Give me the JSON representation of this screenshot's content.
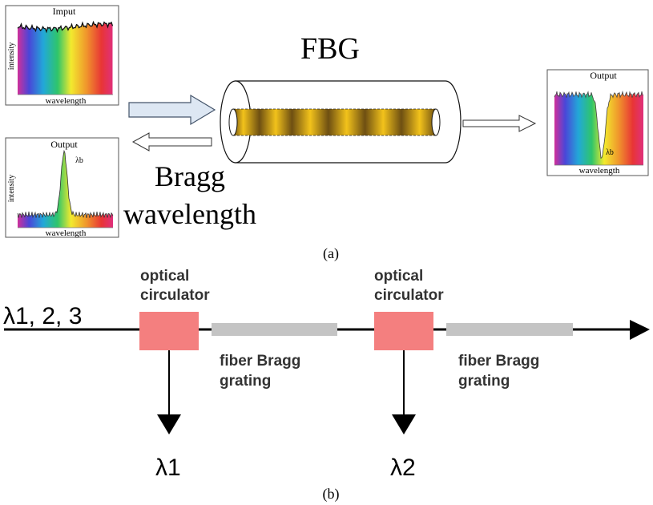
{
  "panel_a": {
    "fbg_label": "FBG",
    "bragg_label_line1": "Bragg",
    "bragg_label_line2": "wavelength",
    "caption": "(a)",
    "input_plot": {
      "title": "Imput",
      "xlabel": "wavelength",
      "ylabel": "intensity"
    },
    "reflected_plot": {
      "title": "Output",
      "xlabel": "wavelength",
      "ylabel": "intensity",
      "peak_label": "λb"
    },
    "transmitted_plot": {
      "title": "Output",
      "xlabel": "wavelength",
      "dip_label": "λb"
    }
  },
  "panel_b": {
    "input_label": "λ1, 2, 3",
    "circulator_1_label_line1": "optical",
    "circulator_1_label_line2": "circulator",
    "circulator_2_label_line1": "optical",
    "circulator_2_label_line2": "circulator",
    "grating_1_label_line1": "fiber Bragg",
    "grating_1_label_line2": "grating",
    "grating_2_label_line1": "fiber Bragg",
    "grating_2_label_line2": "grating",
    "output_1_label": "λ1",
    "output_2_label": "λ2",
    "caption": "(b)"
  },
  "colors": {
    "circulator": "#f47f7f",
    "grating": "#c4c4c4",
    "fiber_line": "#000000",
    "fbg_band_light": "#f2c21b",
    "fbg_band_dark": "#6e4f12",
    "arrow_fill": "#dde7f3"
  }
}
